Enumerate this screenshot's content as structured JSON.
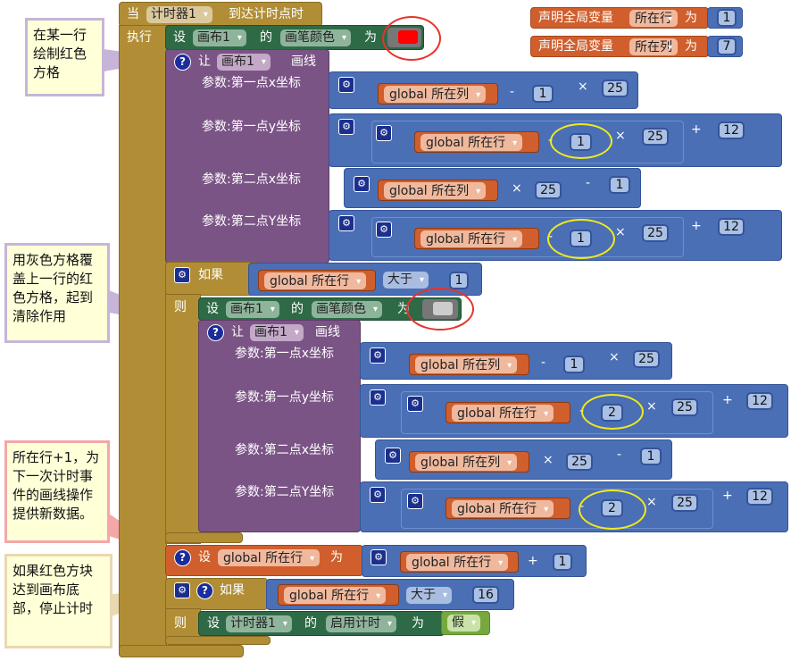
{
  "declarations": [
    {
      "label": "声明全局变量",
      "name": "所在行",
      "to": "为",
      "value": "1"
    },
    {
      "label": "声明全局变量",
      "name": "所在列",
      "to": "为",
      "value": "7"
    }
  ],
  "event": {
    "when": "当",
    "timer": "计时器1",
    "event": "到达计时点时",
    "do": "执行"
  },
  "pen1": {
    "set": "设",
    "component": "画布1",
    "of": "的",
    "property": "画笔颜色",
    "to": "为",
    "color": "#ff0000"
  },
  "draw1": {
    "call": "让",
    "component": "画布1",
    "method": "画线",
    "params": [
      "参数:第一点x坐标",
      "参数:第一点y坐标",
      "参数:第二点x坐标",
      "参数:第二点Y坐标"
    ],
    "x1": {
      "var": "global 所在列",
      "op1": "-",
      "n1": "1",
      "op2": "×",
      "n2": "25"
    },
    "y1": {
      "var": "global 所在行",
      "op1": "-",
      "n1": "1",
      "op2": "×",
      "n2": "25",
      "op3": "+",
      "n3": "12"
    },
    "x2": {
      "var": "global 所在列",
      "op1": "×",
      "n1": "25",
      "op2": "-",
      "n2": "1"
    },
    "y2": {
      "var": "global 所在行",
      "op1": "-",
      "n1": "1",
      "op2": "×",
      "n2": "25",
      "op3": "+",
      "n3": "12"
    }
  },
  "if1": {
    "if": "如果",
    "var": "global 所在行",
    "cmp": "大于",
    "value": "1",
    "then": "则"
  },
  "pen2": {
    "set": "设",
    "component": "画布1",
    "of": "的",
    "property": "画笔颜色",
    "to": "为",
    "color": "#cccccc"
  },
  "draw2": {
    "call": "让",
    "component": "画布1",
    "method": "画线",
    "params": [
      "参数:第一点x坐标",
      "参数:第一点y坐标",
      "参数:第二点x坐标",
      "参数:第二点Y坐标"
    ],
    "x1": {
      "var": "global 所在列",
      "op1": "-",
      "n1": "1",
      "op2": "×",
      "n2": "25"
    },
    "y1": {
      "var": "global 所在行",
      "op1": "-",
      "n1": "2",
      "op2": "×",
      "n2": "25",
      "op3": "+",
      "n3": "12"
    },
    "x2": {
      "var": "global 所在列",
      "op1": "×",
      "n1": "25",
      "op2": "-",
      "n2": "1"
    },
    "y2": {
      "var": "global 所在行",
      "op1": "-",
      "n1": "2",
      "op2": "×",
      "n2": "25",
      "op3": "+",
      "n3": "12"
    }
  },
  "setvar": {
    "set": "设",
    "var": "global 所在行",
    "to": "为",
    "expr_var": "global 所在行",
    "op": "+",
    "n": "1"
  },
  "if2": {
    "if": "如果",
    "var": "global 所在行",
    "cmp": "大于",
    "value": "16",
    "then": "则"
  },
  "settimer": {
    "set": "设",
    "component": "计时器1",
    "of": "的",
    "property": "启用计时",
    "to": "为",
    "value": "假"
  },
  "comments": [
    "在某一行绘制红色方格",
    "用灰色方格覆盖上一行的红色方格，起到清除作用",
    "所在行+1，为下一次计时事件的画线操作提供新数据。",
    "如果红色方块达到画布底部，停止计时"
  ],
  "colors": {
    "event": "#b18e35",
    "setter": "#2e6a46",
    "procedure": "#7b5486",
    "math": "#4a6fb5",
    "variable": "#d05f2d",
    "logic": "#76a83f"
  }
}
